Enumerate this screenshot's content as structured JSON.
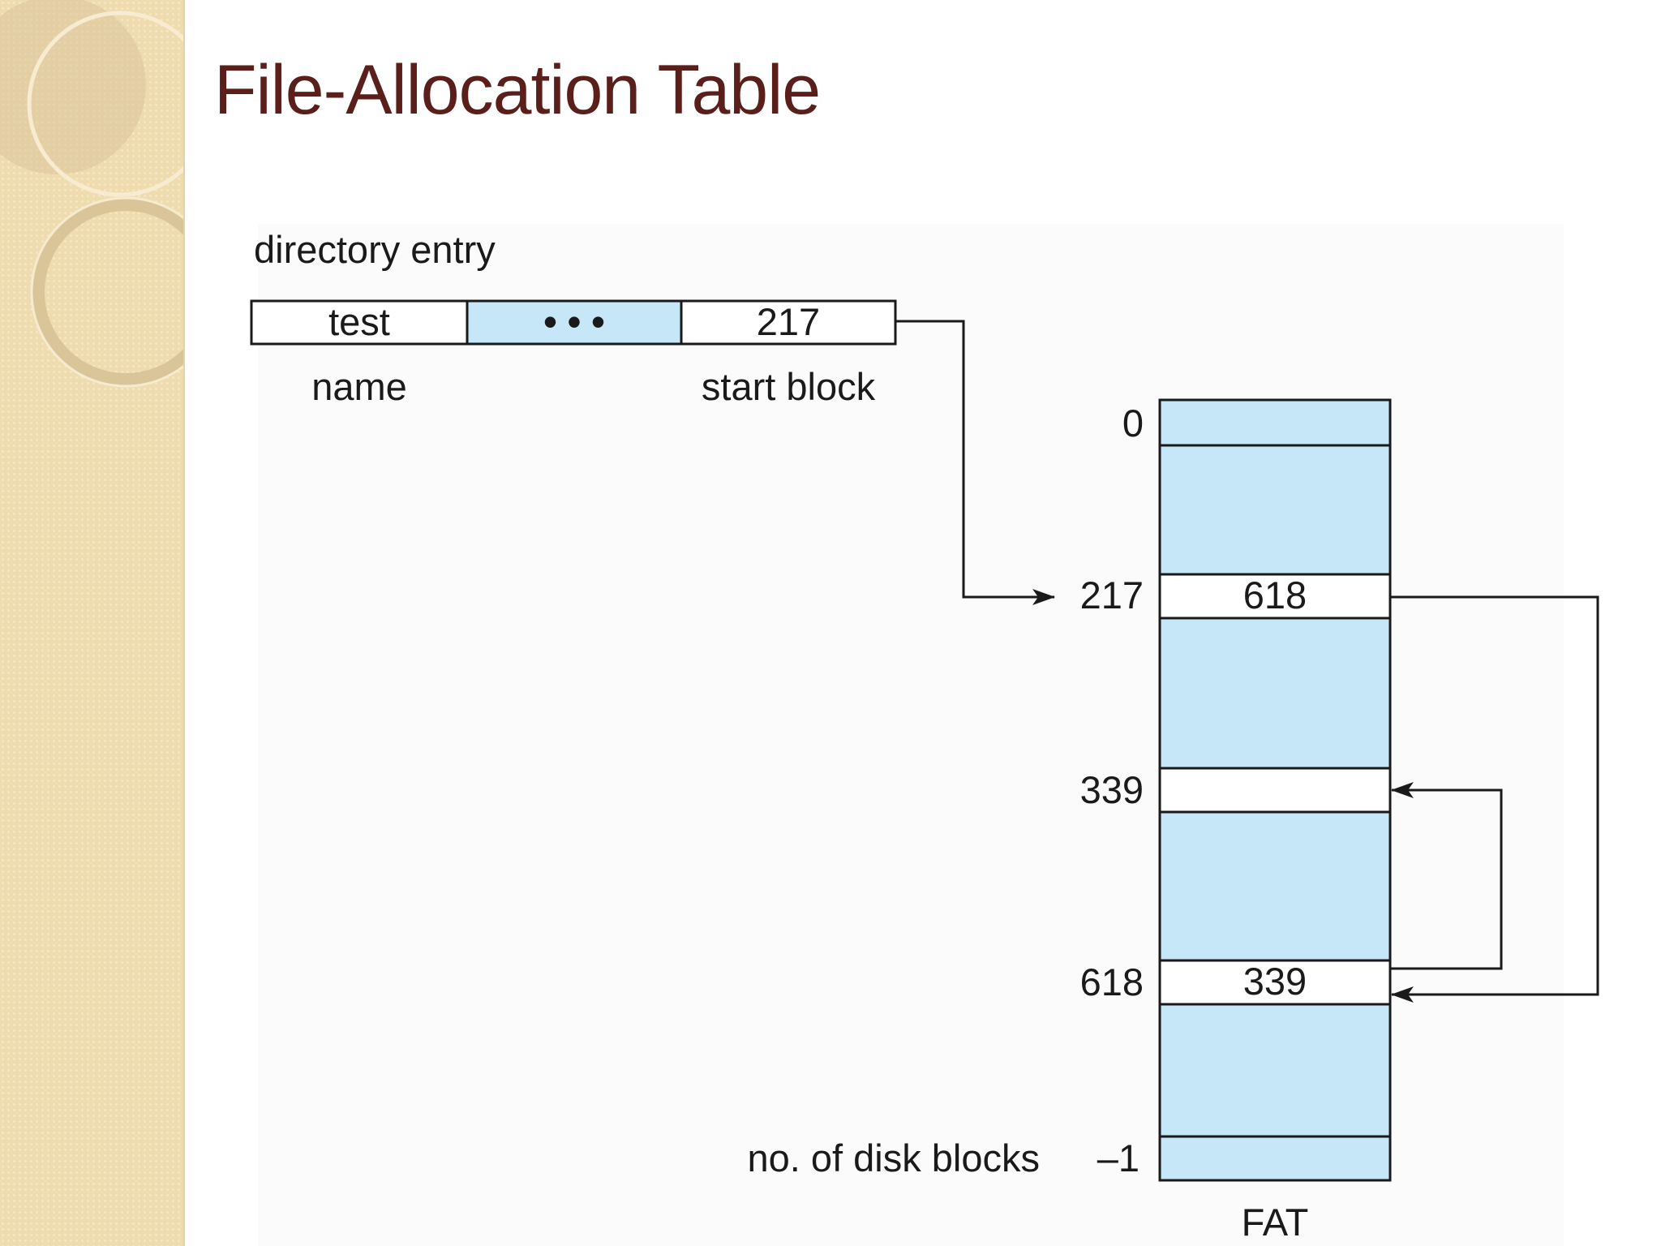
{
  "slide": {
    "title": "File-Allocation Table"
  },
  "diagram": {
    "directory_label": "directory entry",
    "directory_cells": {
      "name_value": "test",
      "ellipsis": "• • •",
      "start_value": "217"
    },
    "field_labels": {
      "name": "name",
      "start_block": "start block"
    },
    "fat_index_labels": {
      "first": "0",
      "block_a": "217",
      "block_b": "339",
      "block_c": "618"
    },
    "fat_entries": {
      "at_217": "618",
      "at_618": "339"
    },
    "disk_blocks_label": "no. of disk blocks",
    "disk_blocks_value": "–1",
    "fat_label": "FAT"
  },
  "colors": {
    "cell_fill": "#c6e7f7",
    "line": "#1a1a1a",
    "title": "#5a1f1b",
    "left_band": "#efdcae"
  }
}
